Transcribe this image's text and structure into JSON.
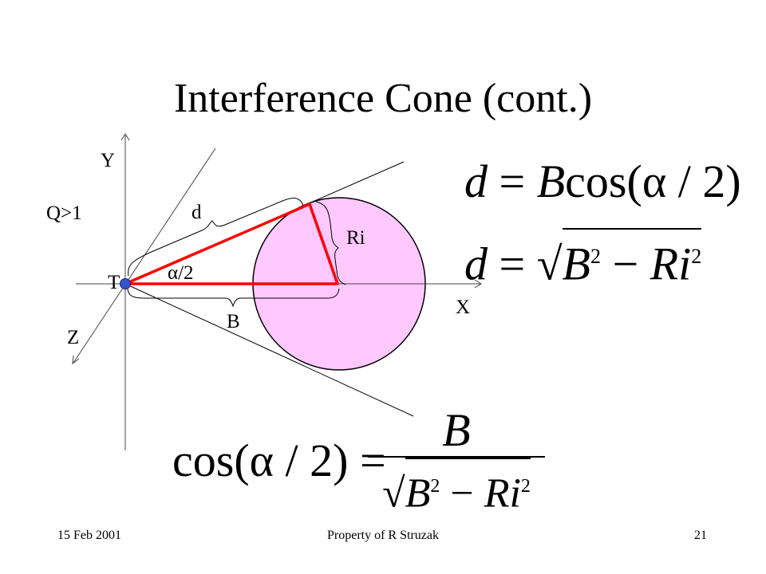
{
  "slide": {
    "title": "Interference Cone (cont.)",
    "footer_date": "15 Feb 2001",
    "footer_owner": "Property of  R Struzak",
    "footer_page": "21"
  },
  "diagram": {
    "label_y": "Y",
    "label_x": "X",
    "label_z": "Z",
    "label_t": "T",
    "label_q": "Q>1",
    "label_d": "d",
    "label_ri": "Ri",
    "label_b": "B",
    "label_half_angle": "α/2",
    "circle_color": "#ffc8ff",
    "triangle_color": "#ff0000",
    "point_color": "#3355cc"
  },
  "equations": {
    "eq1": {
      "lhs": "d",
      "rhs_coeff": "B",
      "func": "cos",
      "arg": "α / 2"
    },
    "eq2": {
      "lhs": "d",
      "term1": "B",
      "exp1": "2",
      "term2": "Ri",
      "exp2": "2"
    },
    "eq3": {
      "func": "cos",
      "arg": "α / 2",
      "numerator": "B",
      "term1": "B",
      "exp1": "2",
      "term2": "Ri",
      "exp2": "2"
    }
  }
}
